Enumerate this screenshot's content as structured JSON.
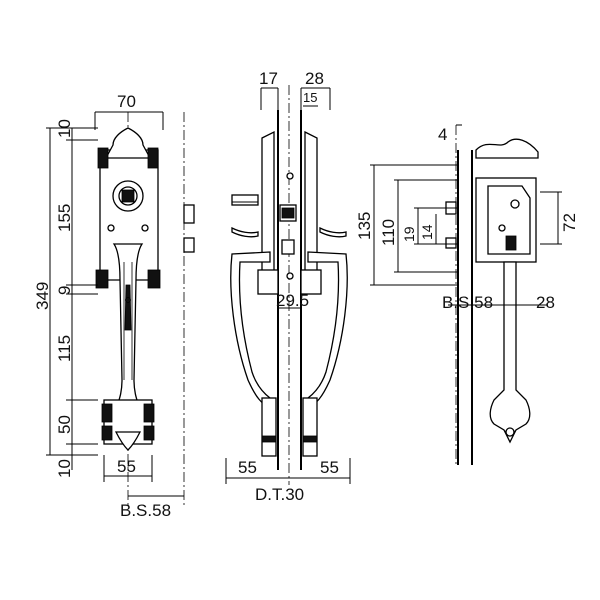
{
  "front_view": {
    "width_top": "70",
    "seg_10_top": "10",
    "seg_155": "155",
    "total_349": "349",
    "seg_9": "9",
    "seg_115": "115",
    "seg_50": "50",
    "seg_10_bottom": "10",
    "width_bottom": "55",
    "backset": "B.S.58"
  },
  "side_view": {
    "dim_17": "17",
    "dim_28": "28",
    "dim_15": "15",
    "dim_29_5": "29.5",
    "left_55": "55",
    "right_55": "55",
    "door_thickness": "D.T.30"
  },
  "lock_view": {
    "dim_4": "4",
    "dim_135": "135",
    "dim_110": "110",
    "dim_19": "19",
    "dim_14": "14",
    "dim_72": "72",
    "backset": "B.S.58",
    "dim_28": "28"
  }
}
